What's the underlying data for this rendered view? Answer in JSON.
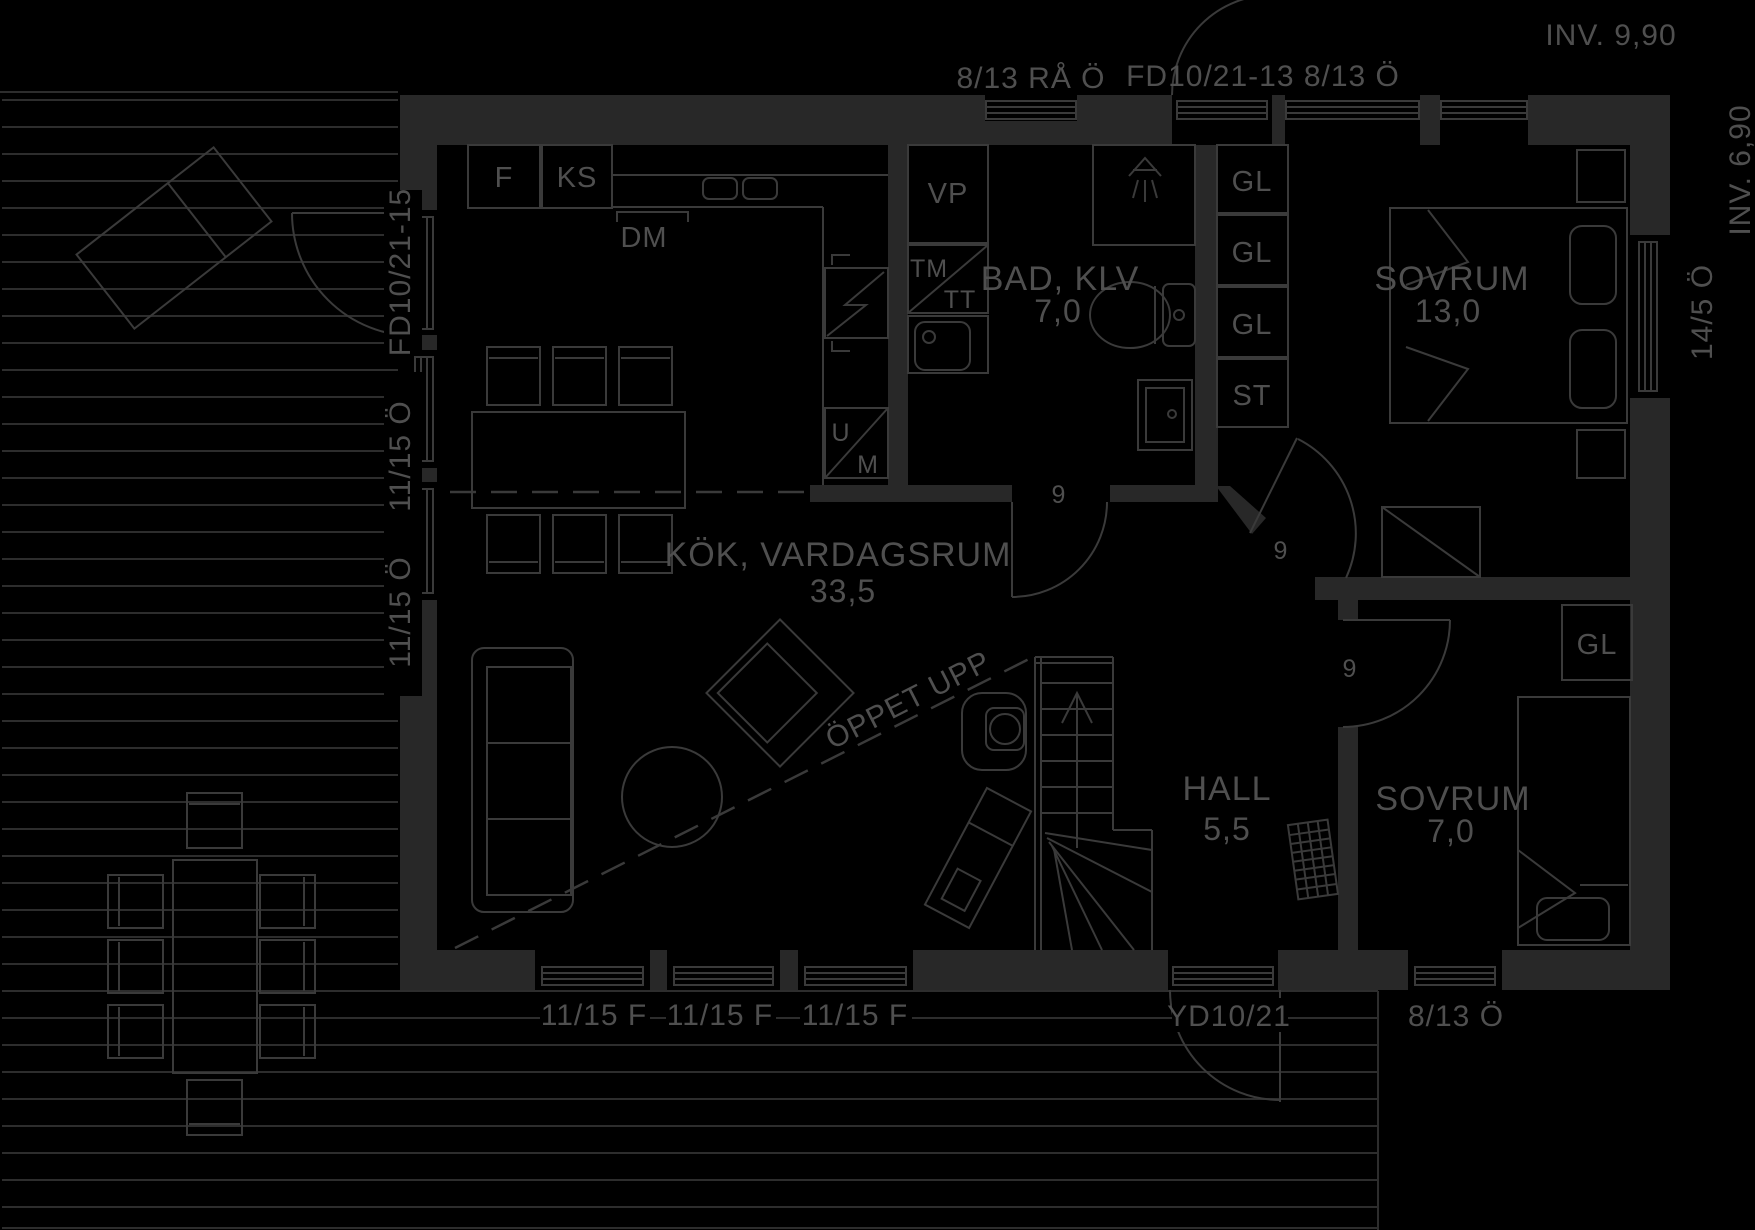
{
  "colors": {
    "background": "#000000",
    "wall_fill": "#282828",
    "line": "#3a3a3a",
    "deck_line": "#2d2d2d",
    "text": "#4f4f4f"
  },
  "dimensions": {
    "inv_top": "INV. 9,90",
    "inv_right": "INV. 6,90",
    "top_window": "8/13 RÅ Ö",
    "top_door_and_window": "FD10/21-13  8/13 Ö",
    "right_window": "14/5 Ö",
    "left_door": "FD10/21-15",
    "left_window_1": "11/15 Ö",
    "left_window_2": "11/15 Ö",
    "bottom_window_1": "11/15 F",
    "bottom_window_2": "11/15 F",
    "bottom_window_3": "11/15 F",
    "entry_door": "YD10/21",
    "bottom_window_4": "8/13 Ö",
    "door_width_bath": "9",
    "door_width_bedroom_large": "9",
    "door_width_bedroom_small": "9"
  },
  "rooms": {
    "kitchen_living": {
      "name": "KÖK, VARDAGSRUM",
      "area": "33,5"
    },
    "bath": {
      "name": "BAD, KLV",
      "area": "7,0"
    },
    "hall": {
      "name": "HALL",
      "area": "5,5"
    },
    "bedroom_large": {
      "name": "SOVRUM",
      "area": "13,0"
    },
    "bedroom_small": {
      "name": "SOVRUM",
      "area": "7,0"
    }
  },
  "annotations": {
    "open_above": "ÖPPET UPP"
  },
  "fixtures": {
    "fridge": "F",
    "freezer_cabinet": "KS",
    "dishwasher": "DM",
    "water_heater": "VP",
    "washing_machine": "TM",
    "tumble_dryer": "TT",
    "oven": "U",
    "microwave": "M",
    "closet_1": "GL",
    "closet_2": "GL",
    "closet_3": "GL",
    "storage": "ST",
    "closet_bedroom_small": "GL"
  }
}
